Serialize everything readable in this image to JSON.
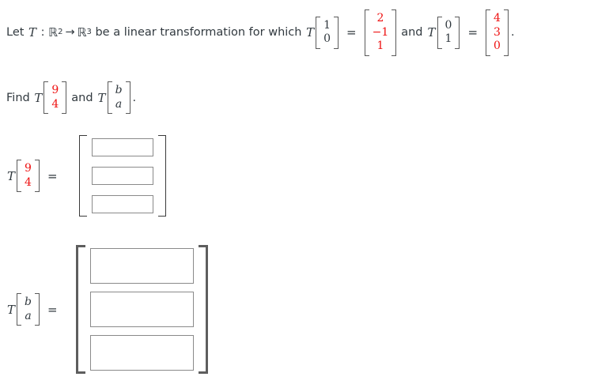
{
  "problem": {
    "intro_prefix": "Let ",
    "transform_symbol": "T",
    "colon": " : ",
    "domain_base": "ℝ",
    "domain_exp": "2",
    "arrow": "→",
    "codomain_base": "ℝ",
    "codomain_exp": "3",
    "intro_suffix": " be a linear transformation for which ",
    "equals": "=",
    "and": "and",
    "period": ".",
    "basis_1": {
      "input": [
        "1",
        "0"
      ],
      "output": [
        "2",
        "−1",
        "1"
      ]
    },
    "basis_2": {
      "input": [
        "0",
        "1"
      ],
      "output": [
        "4",
        "3",
        "0"
      ]
    }
  },
  "instruction": {
    "find_label": "Find ",
    "transform_symbol": "T",
    "and": "and",
    "period": ".",
    "vector_1": [
      "9",
      "4"
    ],
    "vector_2": [
      "b",
      "a"
    ]
  },
  "answers": {
    "row_1": {
      "transform_symbol": "T",
      "input_vector": [
        "9",
        "4"
      ],
      "equals": "=",
      "fields": [
        {
          "name": "answer-row1-component-1",
          "value": "",
          "placeholder": ""
        },
        {
          "name": "answer-row1-component-2",
          "value": "",
          "placeholder": ""
        },
        {
          "name": "answer-row1-component-3",
          "value": "",
          "placeholder": ""
        }
      ]
    },
    "row_2": {
      "transform_symbol": "T",
      "input_vector": [
        "b",
        "a"
      ],
      "equals": "=",
      "fields": [
        {
          "name": "answer-row2-component-1",
          "value": "",
          "placeholder": ""
        },
        {
          "name": "answer-row2-component-2",
          "value": "",
          "placeholder": ""
        },
        {
          "name": "answer-row2-component-3",
          "value": "",
          "placeholder": ""
        }
      ]
    }
  },
  "colors": {
    "given_value_red": "#ee1111",
    "text": "#31393f",
    "bracket": "#5a5a5a",
    "input_border": "#8a8a8a",
    "background": "#ffffff"
  }
}
